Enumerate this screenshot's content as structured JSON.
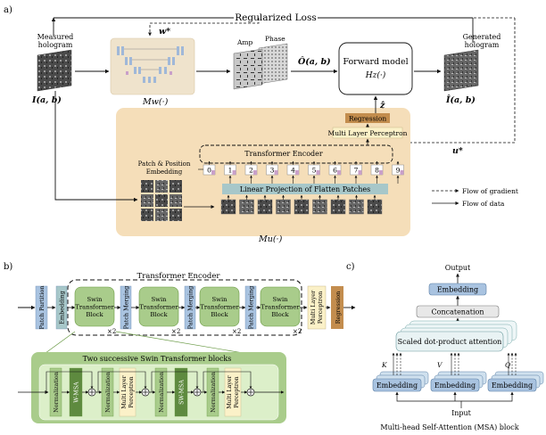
{
  "panel_a": {
    "letter": "a)",
    "regularized_loss": "Regularized Loss",
    "measured_hologram": [
      "Measured",
      "hologram"
    ],
    "input_label": "I(a, b)",
    "w_star": "w*",
    "u_star": "u*",
    "amp_label": "Amp",
    "phase_label": "Phase",
    "o_label": "Ô(a, b)",
    "mw_label": "Mw(·)",
    "forward_model": [
      "Forward model",
      "Hz(·)"
    ],
    "z_hat": "ẑ",
    "generated_hologram": [
      "Generated",
      "hologram"
    ],
    "i_hat_label": "Î(a, b)",
    "regression": "Regression",
    "mlp": "Multi Layer Perceptron",
    "transformer_encoder": "Transformer Encoder",
    "patch_position": [
      "Patch & Position",
      "Embedding"
    ],
    "tokens": [
      "0",
      "1",
      "2",
      "3",
      "4",
      "5",
      "6",
      "7",
      "8",
      "9"
    ],
    "linear_projection": "Linear Projection of Flatten Patches",
    "mu_label": "Mu(·)",
    "legend_gradient": "Flow of gradient",
    "legend_data": "Flow of data"
  },
  "panel_b": {
    "letter": "b)",
    "transformer_encoder": "Transformer Encoder",
    "patch_partition": "Patch Partition",
    "embedding": "Embedding",
    "swin_block": [
      "Swin",
      "Transformer",
      "Block"
    ],
    "patch_merging": "Patch Merging",
    "times2": "×2",
    "mlp": [
      "Multi Layer",
      "Perceptron"
    ],
    "regression": "Regression",
    "two_swin": "Two successive Swin Transformer blocks",
    "normalization": "Normalization",
    "w_msa": "W-MSA",
    "sw_msa": "SW-MSA",
    "mlp_small": [
      "Multi Layer",
      "Perceptron"
    ],
    "plus": "⊕"
  },
  "panel_c": {
    "letter": "c)",
    "output": "Output",
    "embedding": "Embedding",
    "concatenation": "Concatenation",
    "scaled_dot": "Scaled dot-product attention",
    "k": "K",
    "v": "V",
    "q": "Q",
    "input": "Input",
    "caption": "Multi-head Self-Attention (MSA) block"
  },
  "colors": {
    "beige": "#f5deb9",
    "beige_light": "#efe3cc",
    "green": "#a9cc8b",
    "green_light": "#dcefc9",
    "teal": "#a7c7c9",
    "blue": "#a9c3e0",
    "brown": "#c38d4e",
    "yellow": "#fbf1c8",
    "w_msa": "#5e8a3f"
  }
}
